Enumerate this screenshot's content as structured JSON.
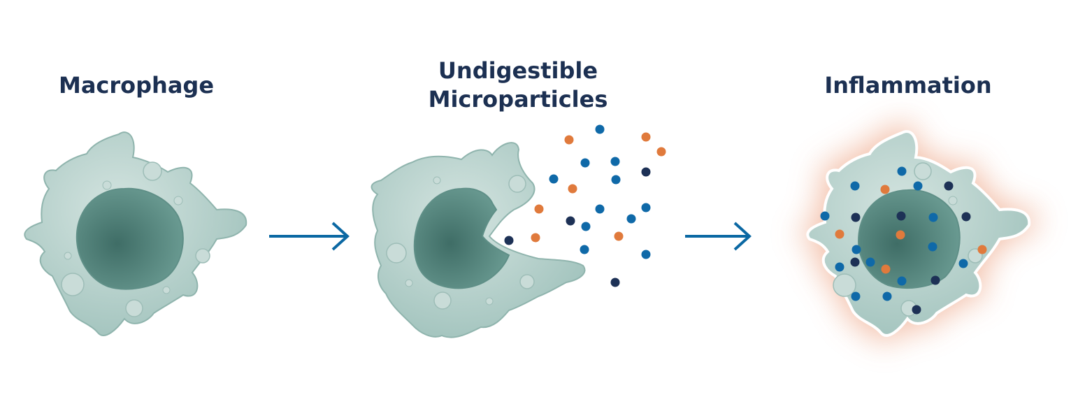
{
  "stages": [
    {
      "id": "macrophage",
      "title_lines": [
        "Macrophage"
      ]
    },
    {
      "id": "microparticles",
      "title_lines": [
        "Undigestible",
        "Microparticles"
      ]
    },
    {
      "id": "inflammation",
      "title_lines": [
        "Inflammation"
      ]
    }
  ],
  "arrows": [
    {
      "from": "macrophage",
      "to": "microparticles"
    },
    {
      "from": "microparticles",
      "to": "inflammation"
    }
  ],
  "colors": {
    "title": "#1c3052",
    "arrow": "#0b68a3",
    "cell_body": "#a3c4be",
    "cell_body_light": "#d4e4e0",
    "cell_outline": "#8fb4ad",
    "nucleus": "#6e9f96",
    "nucleus_dark": "#3f6d66",
    "particle_blue": "#0f69a8",
    "particle_orange": "#e07a3c",
    "particle_navy": "#1d3156",
    "inflammation_glow": "#f1b69c"
  },
  "particle_colors": [
    "blue",
    "orange",
    "navy"
  ]
}
